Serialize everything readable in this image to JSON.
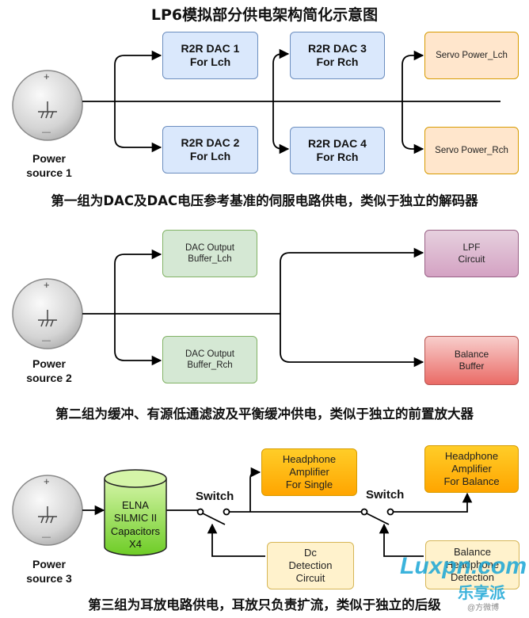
{
  "title": "LP6模拟部分供电架构简化示意图",
  "group1": {
    "source": "Power\nsource 1",
    "dac1": "R2R DAC 1\nFor Lch",
    "dac2": "R2R DAC 2\nFor Lch",
    "dac3": "R2R DAC 3\nFor Rch",
    "dac4": "R2R DAC 4\nFor Rch",
    "servo_l": "Servo Power_Lch",
    "servo_r": "Servo Power_Rch",
    "caption": "第一组为DAC及DAC电压参考基准的伺服电路供电，类似于独立的解码器"
  },
  "group2": {
    "source": "Power\nsource 2",
    "buf_l": "DAC Output\nBuffer_Lch",
    "buf_r": "DAC Output\nBuffer_Rch",
    "lpf": "LPF\nCircuit",
    "balance": "Balance\nBuffer",
    "caption": "第二组为缓冲、有源低通滤波及平衡缓冲供电，类似于独立的前置放大器"
  },
  "group3": {
    "source": "Power\nsource 3",
    "capacitors": "ELNA\nSILMIC II\nCapacitors\nX4",
    "switch1": "Switch",
    "switch2": "Switch",
    "hp_single": "Headphone\nAmplifier\nFor Single",
    "hp_balance": "Headphone\nAmplifier\nFor Balance",
    "dc_detect": "Dc\nDetection\nCircuit",
    "bal_detect": "Balance\nHeadphone\nDetection",
    "caption": "第三组为耳放电路供电，耳放只负责扩流，类似于独立的后级"
  },
  "watermark": {
    "brand": "Luxpn.com",
    "brand_cn": "乐享派",
    "weibo": "@方微博"
  },
  "symbols": {
    "plus": "+",
    "minus": "—"
  }
}
